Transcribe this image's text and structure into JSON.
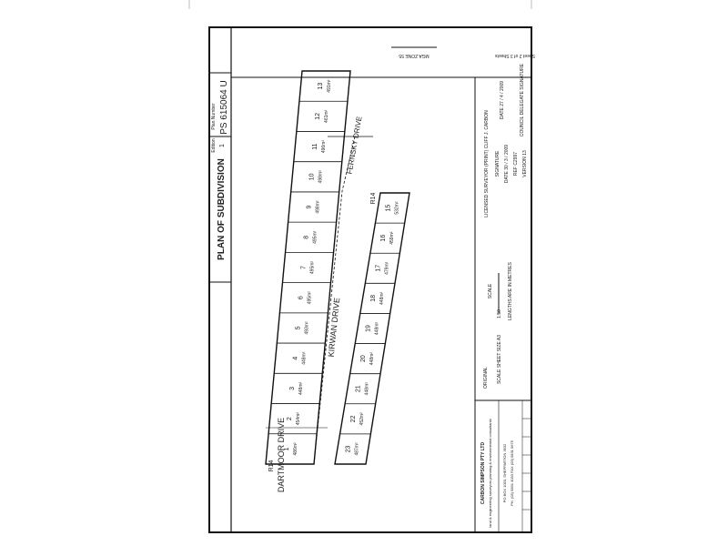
{
  "sheet": {
    "title": "PLAN OF SUBDIVISION",
    "plan_number": "PS 615064 U",
    "edition_label": "Edition",
    "edition_value": "1",
    "plan_number_label": "Plan Number"
  },
  "streets": {
    "kirwan": "KIRWAN  DRIVE",
    "dartmoor": "DARTMOOR  DRIVE",
    "fernsky": "FERNSKY  DRIVE",
    "road_r14_a": "R14",
    "road_r14_b": "R14",
    "mga_zone": "MGA ZONE 55"
  },
  "lots_outer": [
    "1",
    "2",
    "3",
    "4",
    "5",
    "6",
    "7",
    "8",
    "9",
    "10",
    "11",
    "12",
    "13"
  ],
  "lots_inner": [
    "23",
    "22",
    "21",
    "20",
    "19",
    "18",
    "17",
    "16",
    "15"
  ],
  "areas_outer": [
    "486m²",
    "454m²",
    "448m²",
    "448m²",
    "493m²",
    "495m²",
    "495m²",
    "495m²",
    "498m²",
    "498m²",
    "496m²",
    "461m²",
    "491m²"
  ],
  "areas_inner": [
    "487m²",
    "452m²",
    "448m²",
    "448m²",
    "448m²",
    "448m²",
    "479m²",
    "459m²",
    "532m²"
  ],
  "title_block": {
    "surveyor": "LICENSED SURVEYOR (PRINT) CLIFF J. CARBON",
    "signature": "SIGNATURE",
    "date": "DATE 30 / 3 / 2009",
    "ref": "REF C2997",
    "version": "VERSION 13",
    "scale_label": "SCALE",
    "scale_ratio": "1:50",
    "lengths": "LENGTHS ARE IN METRES",
    "original_label": "ORIGINAL",
    "sheet_size": "SCALE SHEET SIZE A3",
    "firm": "CARBON SIMPSON PTY LTD",
    "firm_desc": "land & engineering surveyors planning & environmental consultants",
    "firm_address": "PO BOX 1050, SHEPPARTON 3632",
    "firm_phone": "PH. (03) 5831 4033  FAX (03) 5831 5675",
    "sheet_of": "Sheet 2 of 3 Sheets",
    "council_sig": "COUNCIL DELEGATE SIGNATURE",
    "council_date": "DATE 27 / 4 / 2009"
  }
}
